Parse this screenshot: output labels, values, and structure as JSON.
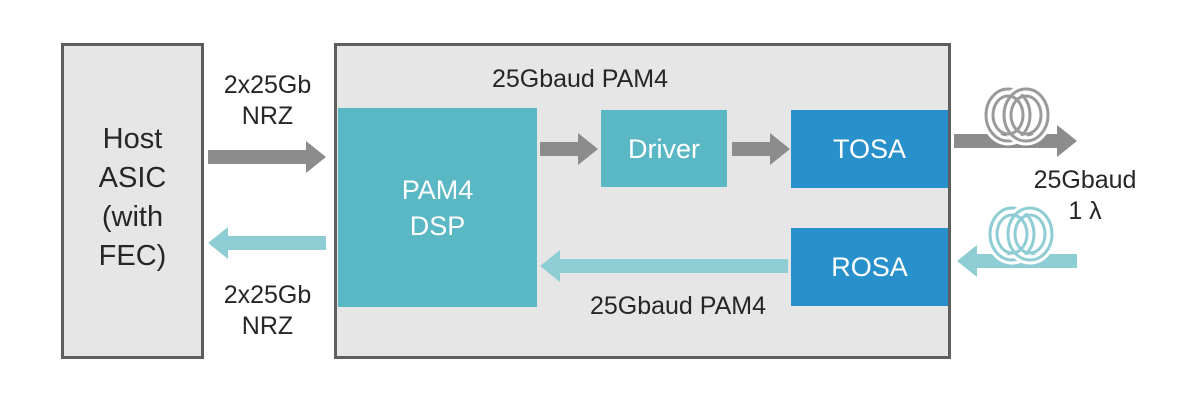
{
  "host": {
    "label": "Host\nASIC\n(with\nFEC)"
  },
  "module": {
    "top_label": "25Gbaud PAM4",
    "bottom_label": "25Gbaud PAM4"
  },
  "blocks": {
    "dsp": "PAM4\nDSP",
    "driver": "Driver",
    "tosa": "TOSA",
    "rosa": "ROSA"
  },
  "links": {
    "tx_label": "2x25Gb\nNRZ",
    "rx_label": "2x25Gb\nNRZ",
    "optical_label": "25Gbaud\n1 λ"
  },
  "colors": {
    "gray_arrow": "#8c8c8c",
    "teal_arrow": "#8fcdd4",
    "teal_block": "#5ab7c4",
    "blue_block": "#2891cc",
    "fiber_gray": "#9a9a9a",
    "fiber_teal": "#8fcdd4"
  }
}
